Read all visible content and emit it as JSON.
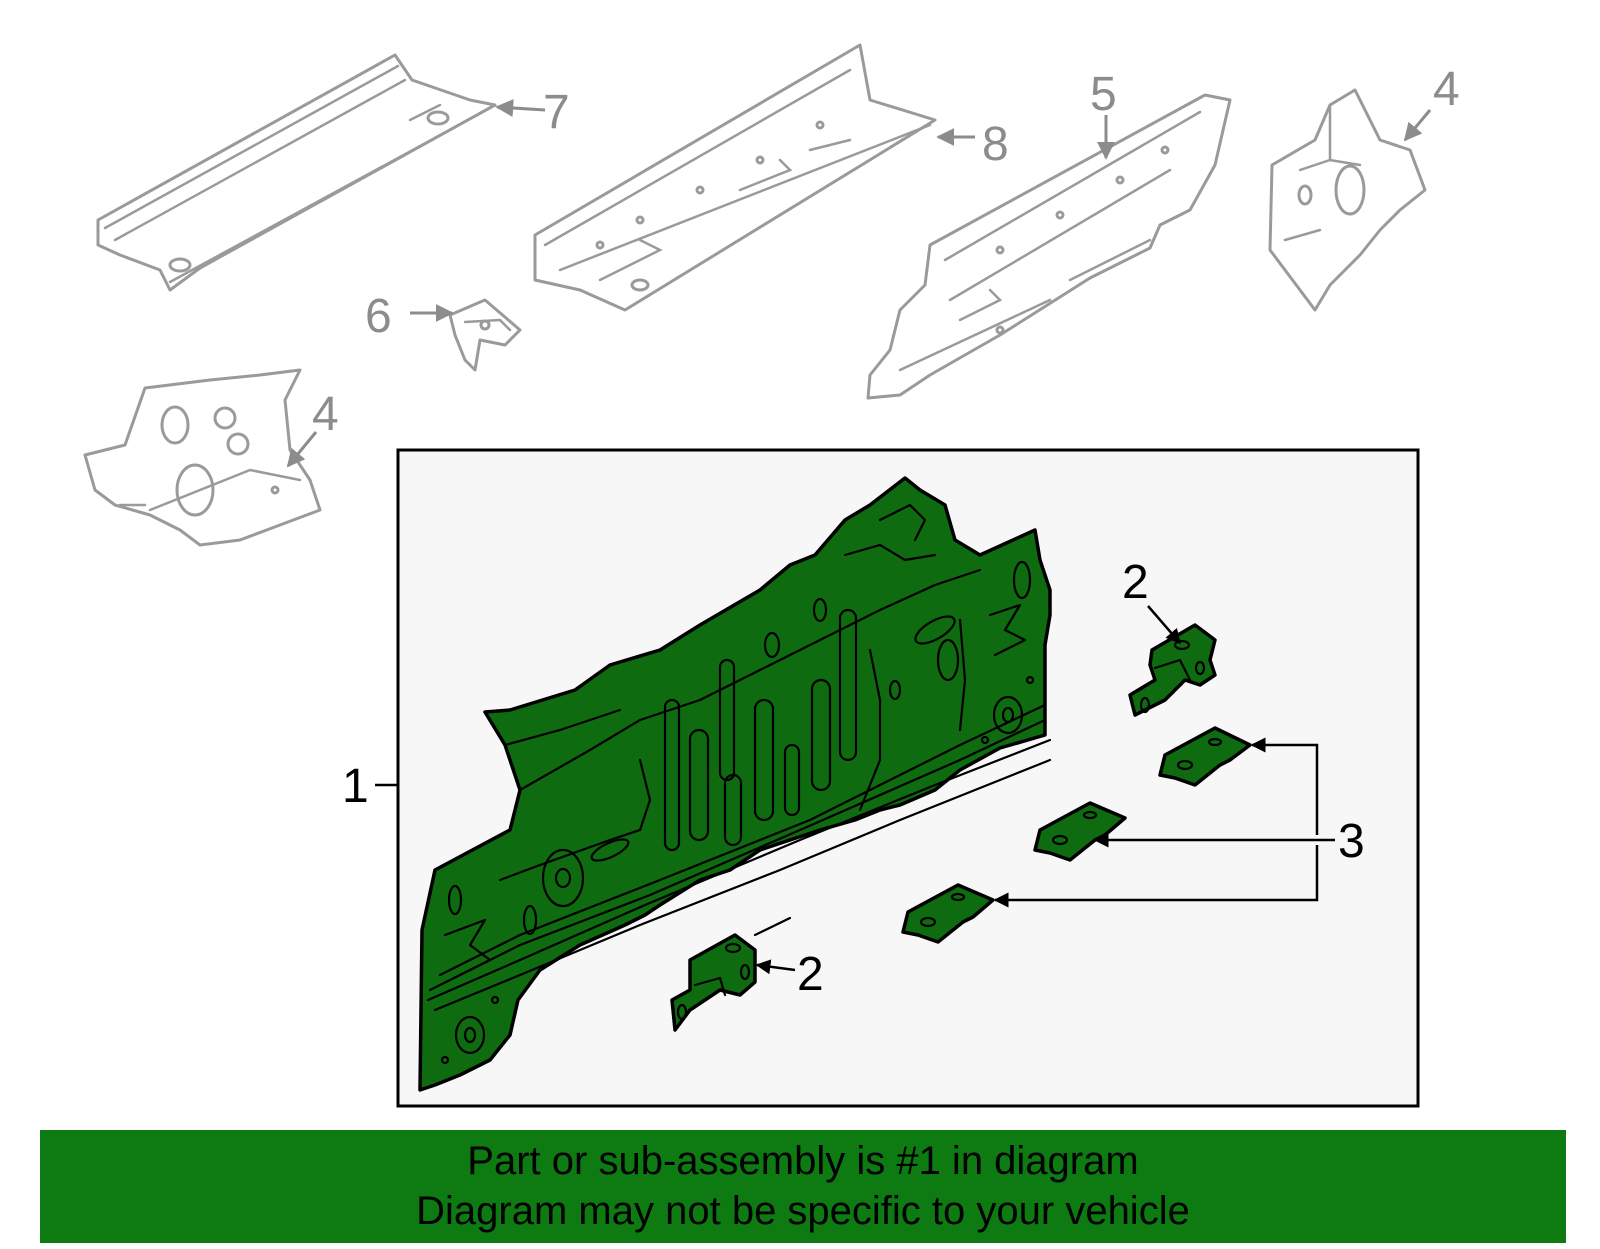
{
  "callouts": {
    "c1": "1",
    "c2a": "2",
    "c2b": "2",
    "c3": "3",
    "c4a": "4",
    "c4b": "4",
    "c5": "5",
    "c6": "6",
    "c7": "7",
    "c8": "8"
  },
  "banner": {
    "line1": "Part or sub-assembly is #1 in diagram",
    "line2": "Diagram may not be specific to your vehicle"
  },
  "colors": {
    "highlight": "#0f6b0f",
    "banner": "#0d7a12",
    "ghost": "#9a9a9a"
  }
}
